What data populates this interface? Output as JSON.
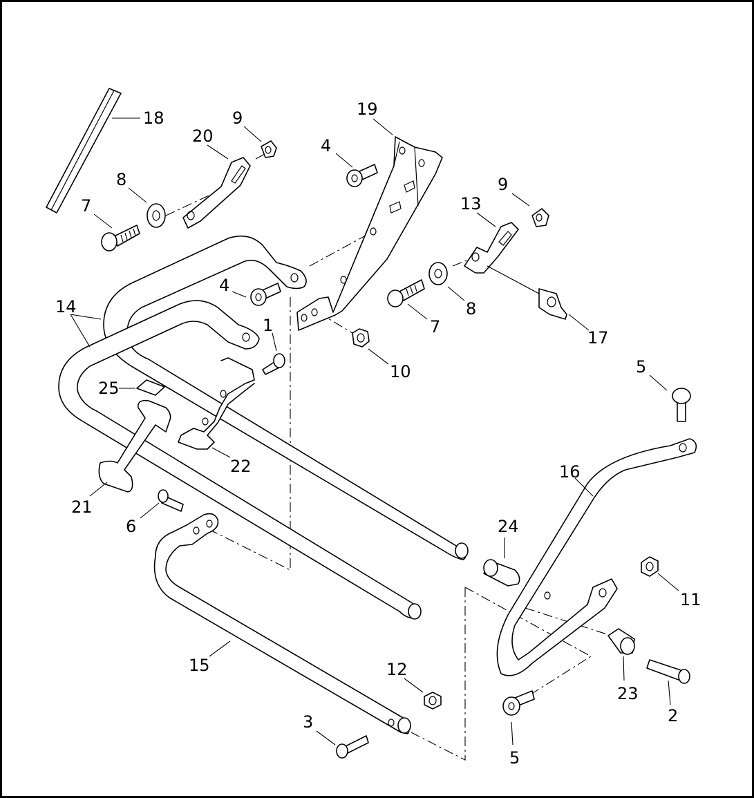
{
  "diagram": {
    "callouts": [
      {
        "id": "c18a",
        "label": "18"
      },
      {
        "id": "c9a",
        "label": "9"
      },
      {
        "id": "c20",
        "label": "20"
      },
      {
        "id": "c19",
        "label": "19"
      },
      {
        "id": "c4a",
        "label": "4"
      },
      {
        "id": "c8a",
        "label": "8"
      },
      {
        "id": "c7a",
        "label": "7"
      },
      {
        "id": "c9b",
        "label": "9"
      },
      {
        "id": "c13",
        "label": "13"
      },
      {
        "id": "c4b",
        "label": "4"
      },
      {
        "id": "c14",
        "label": "14"
      },
      {
        "id": "c1",
        "label": "1"
      },
      {
        "id": "c8b",
        "label": "8"
      },
      {
        "id": "c7b",
        "label": "7"
      },
      {
        "id": "c17",
        "label": "17"
      },
      {
        "id": "c10",
        "label": "10"
      },
      {
        "id": "c5a",
        "label": "5"
      },
      {
        "id": "c25",
        "label": "25"
      },
      {
        "id": "c22",
        "label": "22"
      },
      {
        "id": "c16",
        "label": "16"
      },
      {
        "id": "c21",
        "label": "21"
      },
      {
        "id": "c6",
        "label": "6"
      },
      {
        "id": "c24",
        "label": "24"
      },
      {
        "id": "c11",
        "label": "11"
      },
      {
        "id": "c15",
        "label": "15"
      },
      {
        "id": "c12",
        "label": "12"
      },
      {
        "id": "c23",
        "label": "23"
      },
      {
        "id": "c2",
        "label": "2"
      },
      {
        "id": "c3",
        "label": "3"
      },
      {
        "id": "c5b",
        "label": "5"
      }
    ]
  }
}
